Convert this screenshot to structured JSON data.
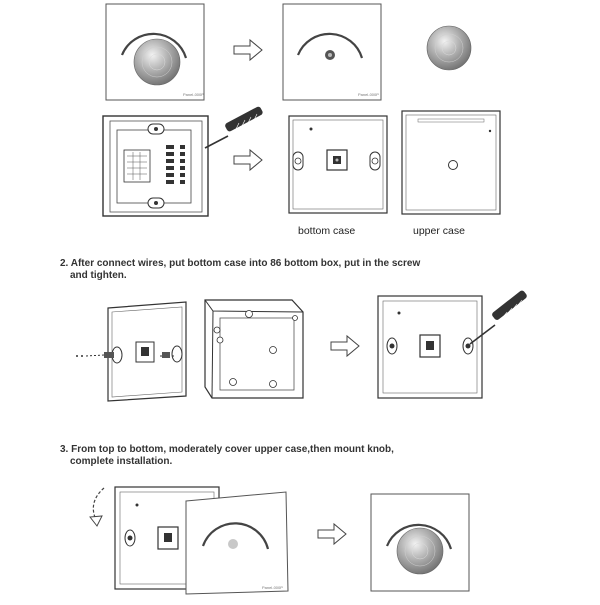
{
  "captions": {
    "bottom_case": "bottom case",
    "upper_case": "upper case"
  },
  "steps": {
    "step2_line1": "2. After connect wires, put bottom case into 86 bottom box, put in the screw",
    "step2_line2": "and tighten.",
    "step3_line1": "3. From top to bottom, moderately cover upper case,then mount knob,",
    "step3_line2": "complete installation."
  },
  "panel_marks": {
    "model_1": "Panel-000P",
    "model_2": "Panel-000P",
    "model_3": "Panel-000P"
  },
  "colors": {
    "line": "#333333",
    "knob_light": "#e8e8e8",
    "knob_dark": "#7a7a7a"
  }
}
